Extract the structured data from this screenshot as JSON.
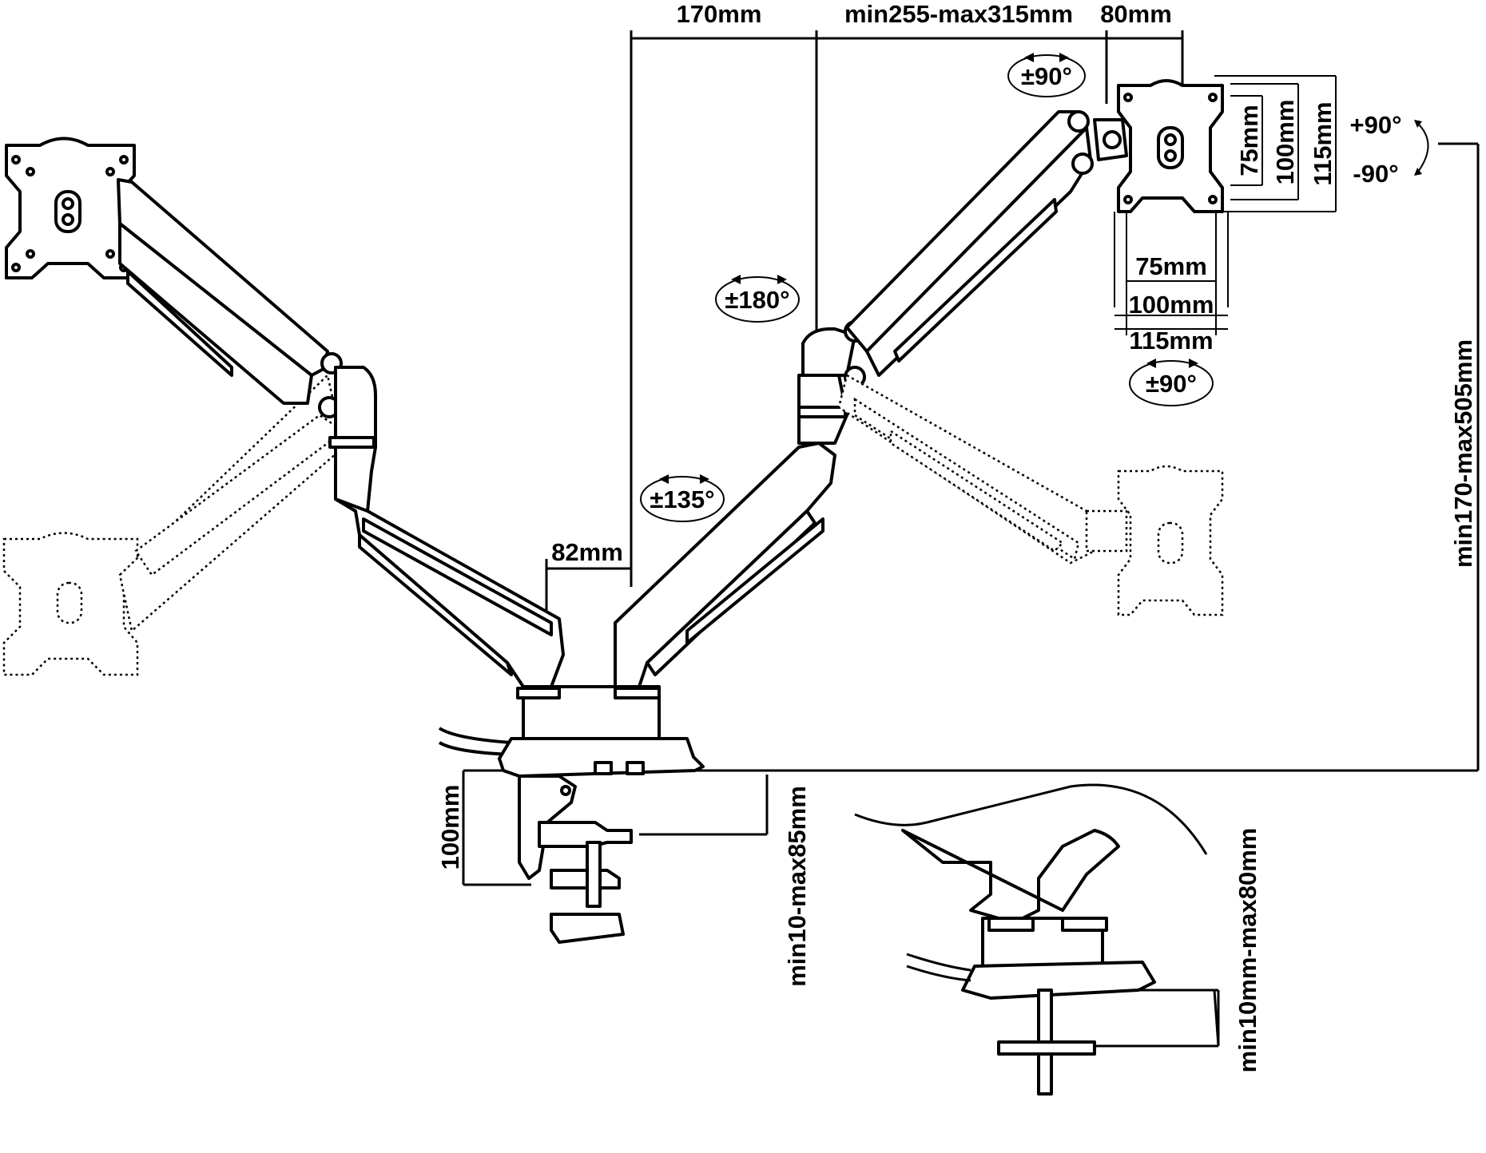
{
  "dimensions": {
    "top_span_1": "170mm",
    "top_span_2": "min255-max315mm",
    "top_span_3": "80mm",
    "base_gap": "82mm",
    "vesa_v_75": "75mm",
    "vesa_v_100": "100mm",
    "vesa_v_115": "115mm",
    "vesa_h_75": "75mm",
    "vesa_h_100": "100mm",
    "vesa_h_115": "115mm",
    "height_range": "min170-max505mm",
    "clamp_depth": "100mm",
    "desk_thickness_clamp": "min10-max85mm",
    "desk_thickness_grommet": "min10mm-max80mm"
  },
  "rotations": {
    "tilt": "±90°",
    "swivel_arm": "±180°",
    "swivel_base": "±135°",
    "rotate_plate": "±90°",
    "tilt_up": "+90°",
    "tilt_down": "-90°"
  },
  "colors": {
    "line": "#000000",
    "fill": "#ffffff"
  }
}
